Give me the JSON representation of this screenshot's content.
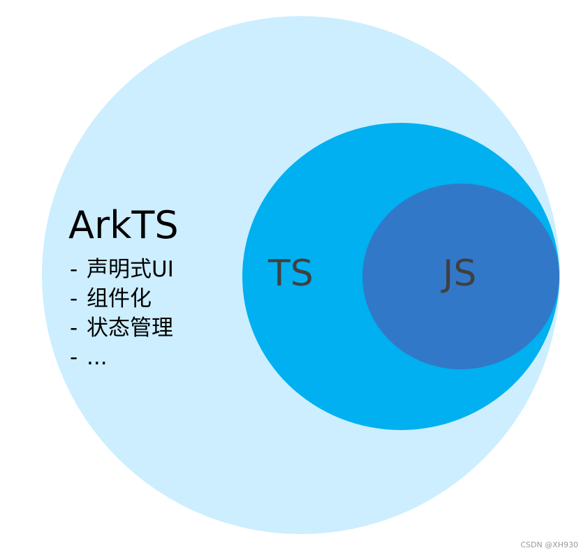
{
  "diagram": {
    "outer": {
      "title": "ArkTS",
      "features": [
        "声明式UI",
        "组件化",
        "状态管理",
        "..."
      ],
      "color": "#cceeff"
    },
    "middle": {
      "label": "TS",
      "color": "#00b0f0"
    },
    "inner": {
      "label": "JS",
      "color": "#3278c8"
    }
  },
  "watermark": "CSDN @XH930"
}
